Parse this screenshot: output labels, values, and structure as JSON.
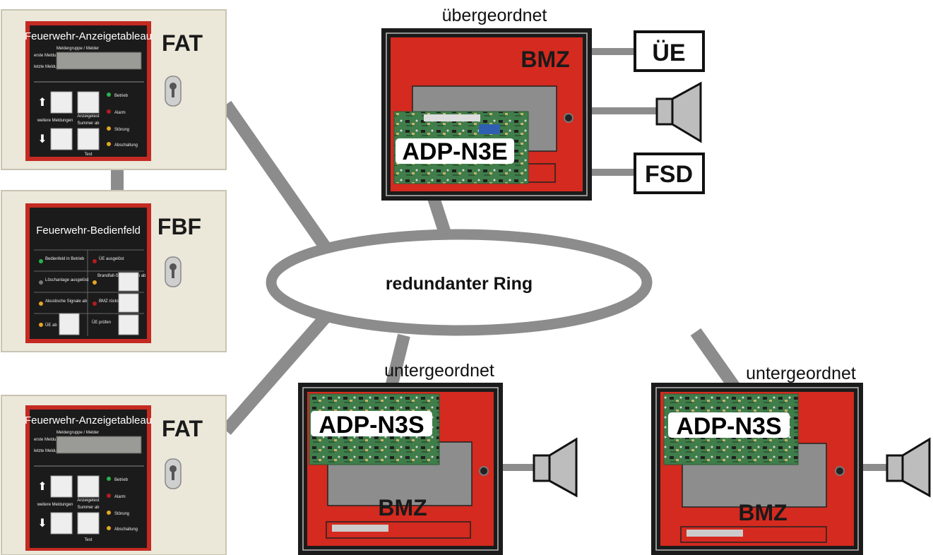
{
  "ring": {
    "label": "redundanter Ring"
  },
  "main_bmz": {
    "role": "übergeordnet",
    "title": "BMZ",
    "adapter": "ADP-N3E",
    "outputs": [
      "ÜE",
      "FSD"
    ]
  },
  "sub_bmz_left": {
    "role": "untergeordnet",
    "title": "BMZ",
    "adapter": "ADP-N3S"
  },
  "sub_bmz_right": {
    "role": "untergeordnet",
    "title": "BMZ",
    "adapter": "ADP-N3S"
  },
  "fat_top": {
    "tag": "FAT",
    "screen_title": "Feuerwehr-Anzeigetableau",
    "display_header": "Meldergruppe / Melder",
    "display_rows": [
      "erste Meldung",
      "letzte Meldung"
    ],
    "button_labels": [
      "weitere Meldungen",
      "Anzeigetest",
      "Summer ab",
      "Test"
    ],
    "leds": [
      "Betrieb",
      "Alarm",
      "Störung",
      "Abschaltung"
    ]
  },
  "fbf": {
    "tag": "FBF",
    "screen_title": "Feuerwehr-Bedienfeld",
    "cells": [
      "Bedienfeld in Betrieb",
      "ÜE ausgelöst",
      "Löschanlage ausgelöst",
      "Brandfall-Steuerungen ab",
      "Akustische Signale ab",
      "BMZ rückstellen",
      "ÜE ab",
      "ÜE prüfen"
    ]
  },
  "fat_bottom": {
    "tag": "FAT",
    "screen_title": "Feuerwehr-Anzeigetableau",
    "display_header": "Meldergruppe / Melder",
    "display_rows": [
      "erste Meldung",
      "letzte Meldung"
    ],
    "button_labels": [
      "weitere Meldungen",
      "Anzeigetest",
      "Summer ab",
      "Test"
    ],
    "leds": [
      "Betrieb",
      "Alarm",
      "Störung",
      "Abschaltung"
    ]
  },
  "colors": {
    "connector": "#8c8c8c",
    "panel_red": "#d42a1f",
    "panel_frame": "#1b1b1b",
    "cabinet": "#ebe7d9",
    "pcb": "#3f7d4a"
  }
}
